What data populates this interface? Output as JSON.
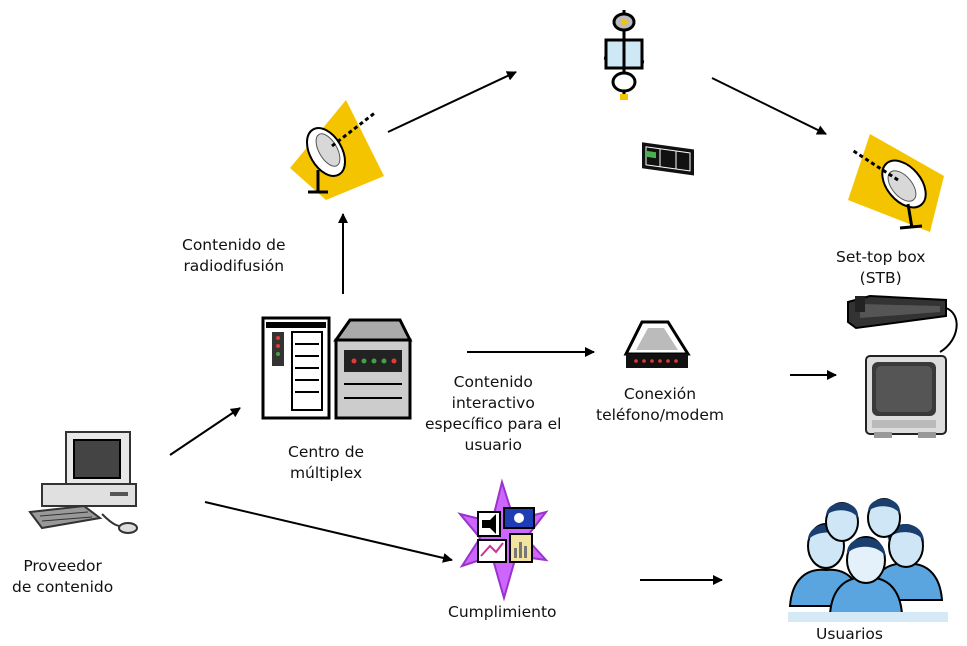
{
  "labels": {
    "broadcast": [
      "Contenido de",
      "radiodifusión"
    ],
    "stb": [
      "Set-top box",
      "(STB)"
    ],
    "multiplex": [
      "Centro de",
      "múltiplex"
    ],
    "interactive": [
      "Contenido",
      "interactivo",
      "específico para el",
      "usuario"
    ],
    "modem": [
      "Conexión",
      "teléfono/modem"
    ],
    "provider": [
      "Proveedor",
      "de contenido"
    ],
    "fulfillment": "Cumplimiento",
    "users": "Usuarios"
  },
  "colors": {
    "dish_background": "#f5c400",
    "arrow": "#000000",
    "fulfillment_star": "#cc66ff",
    "people": "#5aa5df"
  }
}
